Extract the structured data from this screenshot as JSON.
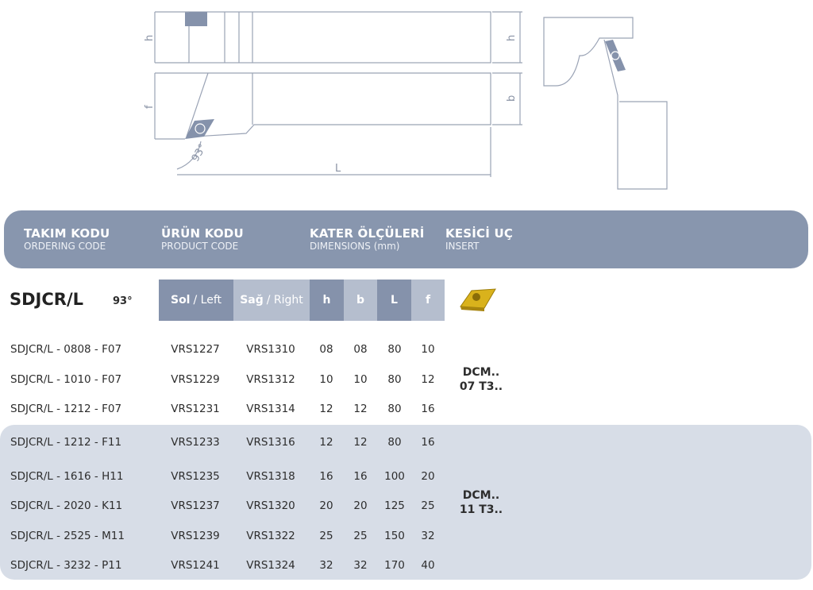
{
  "drawing": {
    "label_h_left": "h",
    "label_h_right": "h",
    "label_f": "f",
    "label_b": "b",
    "label_L": "L",
    "label_angle": "93°"
  },
  "header": {
    "columns": [
      {
        "title": "TAKIM KODU",
        "subtitle": "ORDERING CODE"
      },
      {
        "title": "ÜRÜN KODU",
        "subtitle": "PRODUCT CODE"
      },
      {
        "title": "KATER ÖLÇÜLERİ",
        "subtitle": "DIMENSIONS (mm)"
      },
      {
        "title": "KESİCİ UÇ",
        "subtitle": "INSERT"
      }
    ]
  },
  "product": {
    "name": "SDJCR/L",
    "angle": "93°"
  },
  "subheader": {
    "left_bold": "Sol",
    "left_rest": "/ Left",
    "right_bold": "Sağ",
    "right_rest": "/ Right",
    "h": "h",
    "b": "b",
    "L": "L",
    "f": "f"
  },
  "rows": [
    {
      "code": "SDJCR/L - 0808 - F07",
      "left": "VRS1227",
      "right": "VRS1310",
      "h": "08",
      "b": "08",
      "L": "80",
      "f": "10"
    },
    {
      "code": "SDJCR/L - 1010 - F07",
      "left": "VRS1229",
      "right": "VRS1312",
      "h": "10",
      "b": "10",
      "L": "80",
      "f": "12"
    },
    {
      "code": "SDJCR/L - 1212 - F07",
      "left": "VRS1231",
      "right": "VRS1314",
      "h": "12",
      "b": "12",
      "L": "80",
      "f": "16"
    },
    {
      "code": "SDJCR/L - 1212 - F11",
      "left": "VRS1233",
      "right": "VRS1316",
      "h": "12",
      "b": "12",
      "L": "80",
      "f": "16"
    },
    {
      "code": "SDJCR/L - 1616 - H11",
      "left": "VRS1235",
      "right": "VRS1318",
      "h": "16",
      "b": "16",
      "L": "100",
      "f": "20"
    },
    {
      "code": "SDJCR/L - 2020 - K11",
      "left": "VRS1237",
      "right": "VRS1320",
      "h": "20",
      "b": "20",
      "L": "125",
      "f": "25"
    },
    {
      "code": "SDJCR/L - 2525 - M11",
      "left": "VRS1239",
      "right": "VRS1322",
      "h": "25",
      "b": "25",
      "L": "150",
      "f": "32"
    },
    {
      "code": "SDJCR/L - 3232 - P11",
      "left": "VRS1241",
      "right": "VRS1324",
      "h": "32",
      "b": "32",
      "L": "170",
      "f": "40"
    }
  ],
  "inserts": [
    {
      "line1": "DCM..",
      "line2": "07 T3.."
    },
    {
      "line1": "DCM..",
      "line2": "11 T3.."
    }
  ],
  "colors": {
    "band": "#8896ae",
    "dark_cell": "#8592ab",
    "light_cell": "#b5bece",
    "lower_bg": "#d7dde7",
    "insert_gold": "#d9b21c"
  }
}
